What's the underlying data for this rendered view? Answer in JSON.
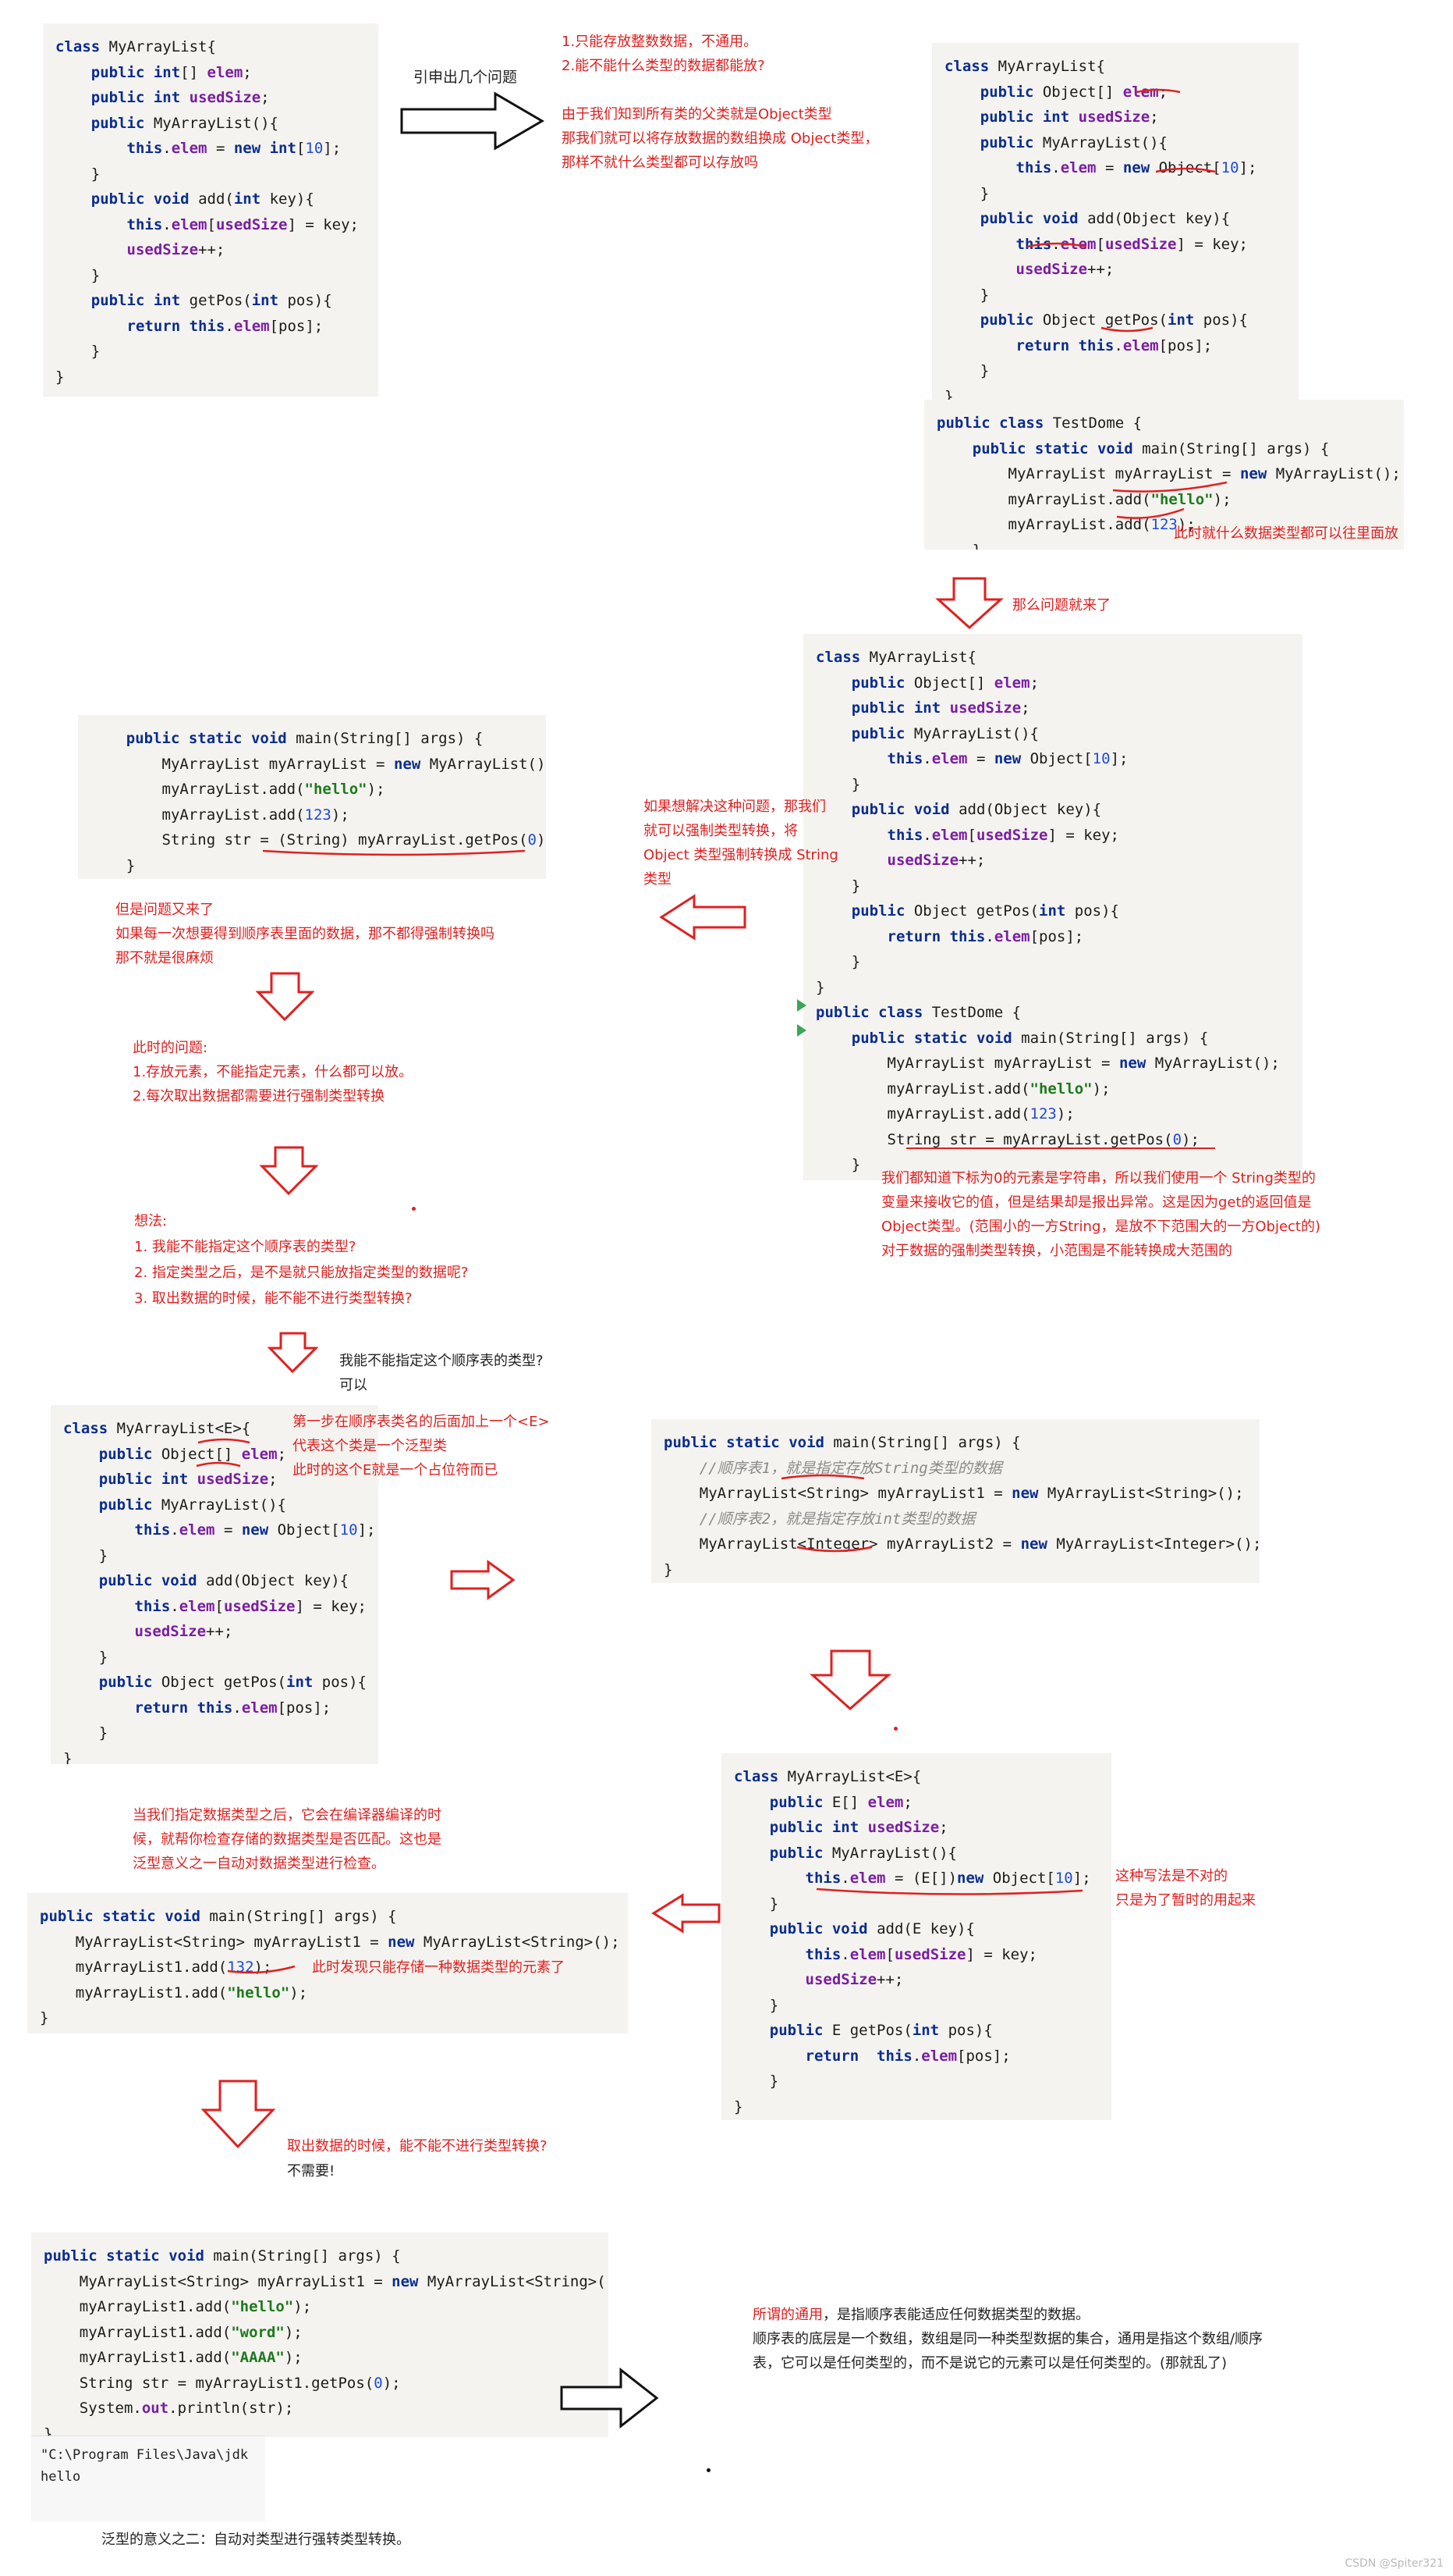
{
  "code1": [
    "class MyArrayList{",
    "    public int[] elem;",
    "    public int usedSize;",
    "    public MyArrayList(){",
    "        this.elem = new int[10];",
    "    }",
    "    public void add(int key){",
    "        this.elem[usedSize] = key;",
    "        usedSize++;",
    "    }",
    "    public int getPos(int pos){",
    "        return this.elem[pos];",
    "    }",
    "}"
  ],
  "arrow1_label": "引申出几个问题",
  "note_problems": [
    "1.只能存放整数数据，不通用。",
    "2.能不能什么类型的数据都能放?",
    "",
    "由于我们知到所有类的父类就是Object类型",
    "那我们就可以将存放数据的数组换成 Object类型，",
    "那样不就什么类型都可以存放吗"
  ],
  "code2": [
    "class MyArrayList{",
    "    public Object[] elem;",
    "    public int usedSize;",
    "    public MyArrayList(){",
    "        this.elem = new Object[10];",
    "    }",
    "    public void add(Object key){",
    "        this.elem[usedSize] = key;",
    "        usedSize++;",
    "    }",
    "    public Object getPos(int pos){",
    "        return this.elem[pos];",
    "    }",
    "}"
  ],
  "code3": [
    "public class TestDome {",
    "    public static void main(String[] args) {",
    "        MyArrayList myArrayList = new MyArrayList();",
    "        myArrayList.add(\"hello\");",
    "        myArrayList.add(123);",
    "    }"
  ],
  "note_any_type": "此时就什么数据类型都可以往里面放",
  "note_problem_comes": "那么问题就来了",
  "code4": [
    "class MyArrayList{",
    "    public Object[] elem;",
    "    public int usedSize;",
    "    public MyArrayList(){",
    "        this.elem = new Object[10];",
    "    }",
    "    public void add(Object key){",
    "        this.elem[usedSize] = key;",
    "        usedSize++;",
    "    }",
    "    public Object getPos(int pos){",
    "        return this.elem[pos];",
    "    }",
    "}",
    "public class TestDome {",
    "    public static void main(String[] args) {",
    "        MyArrayList myArrayList = new MyArrayList();",
    "        myArrayList.add(\"hello\");",
    "        myArrayList.add(123);",
    "        String str = myArrayList.getPos(0);",
    "    }"
  ],
  "note_exception": [
    "我们都知道下标为0的元素是字符串，所以我们使用一个 String类型的",
    "变量来接收它的值，但是结果却是报出异常。这是因为get的返回值是",
    "Object类型。(范围小的一方String，是放不下范围大的一方Object的)",
    "对于数据的强制类型转换，小范围是不能转换成大范围的"
  ],
  "note_cast": [
    "如果想解决这种问题，那我们",
    "就可以强制类型转换，将",
    "Object   类型强制转换成 String",
    "类型"
  ],
  "code5": [
    "    public static void main(String[] args) {",
    "        MyArrayList myArrayList = new MyArrayList();",
    "        myArrayList.add(\"hello\");",
    "        myArrayList.add(123);",
    "        String str = (String) myArrayList.getPos(0);",
    "    }"
  ],
  "note_trouble": [
    "但是问题又来了",
    "如果每一次想要得到顺序表里面的数据，那不都得强制转换吗",
    "那不就是很麻烦"
  ],
  "note_current_problems": [
    "此时的问题:",
    "1.存放元素，不能指定元素，什么都可以放。",
    "2.每次取出数据都需要进行强制类型转换"
  ],
  "note_ideas": [
    "想法:",
    "1.  我能不能指定这个顺序表的类型?",
    "2.  指定类型之后，是不是就只能放指定类型的数据呢?",
    "3.  取出数据的时候，能不能不进行类型转换?"
  ],
  "note_can_specify": [
    "我能不能指定这个顺序表的类型?",
    "可以"
  ],
  "code6": [
    "class MyArrayList<E>{",
    "    public Object[] elem;",
    "    public int usedSize;",
    "    public MyArrayList(){",
    "        this.elem = new Object[10];",
    "    }",
    "    public void add(Object key){",
    "        this.elem[usedSize] = key;",
    "        usedSize++;",
    "    }",
    "    public Object getPos(int pos){",
    "        return this.elem[pos];",
    "    }",
    "}"
  ],
  "note_step1": [
    "第一步在顺序表类名的后面加上一个<E>",
    "代表这个类是一个泛型类",
    "此时的这个E就是一个占位符而已"
  ],
  "code7": [
    "public static void main(String[] args) {",
    "    //顺序表1，就是指定存放String类型的数据",
    "    MyArrayList<String> myArrayList1 = new MyArrayList<String>();",
    "    //顺序表2，就是指定存放int类型的数据",
    "    MyArrayList<Integer> myArrayList2 = new MyArrayList<Integer>();",
    "}"
  ],
  "code8": [
    "class MyArrayList<E>{",
    "    public E[] elem;",
    "    public int usedSize;",
    "    public MyArrayList(){",
    "        this.elem = (E[])new Object[10];",
    "    }",
    "    public void add(E key){",
    "        this.elem[usedSize] = key;",
    "        usedSize++;",
    "    }",
    "    public E getPos(int pos){",
    "        return  this.elem[pos];",
    "    }",
    "}"
  ],
  "note_wrong_style": [
    "这种写法是不对的",
    "只是为了暂时的用起来"
  ],
  "note_check": [
    "当我们指定数据类型之后，它会在编译器编译的时",
    "候，就帮你检查存储的数据类型是否匹配。这也是",
    "泛型意义之一自动对数据类型进行检查。"
  ],
  "code9": [
    "public static void main(String[] args) {",
    "    MyArrayList<String> myArrayList1 = new MyArrayList<String>();",
    "    myArrayList1.add(132);",
    "    myArrayList1.add(\"hello\");",
    "}"
  ],
  "note_only_one": "此时发现只能存储一种数据类型的元素了",
  "note_no_cast_q": "取出数据的时候，能不能不进行类型转换?",
  "note_no_need": "不需要!",
  "code10": [
    "public static void main(String[] args) {",
    "    MyArrayList<String> myArrayList1 = new MyArrayList<String>();",
    "    myArrayList1.add(\"hello\");",
    "    myArrayList1.add(\"word\");",
    "    myArrayList1.add(\"AAAA\");",
    "    String str = myArrayList1.getPos(0);",
    "    System.out.println(str);",
    "}"
  ],
  "console": [
    "\"C:\\Program Files\\Java\\jdk",
    "hello"
  ],
  "note_generic_meaning": [
    "所谓的通用，是指顺序表能适应任何数据类型的数据。",
    "顺序表的底层是一个数组，数组是同一种类型数据的集合，通用是指这个数组/顺序",
    "表，它可以是任何类型的，而不是说它的元素可以是任何类型的。(那就乱了)"
  ],
  "note_generic_meaning_lead": "所谓的通用",
  "note_generic_meaning_rest": "，是指顺序表能适应任何数据类型的数据。",
  "note_meaning2": "泛型的意义之二：自动对类型进行强转类型转换。",
  "watermark": "CSDN @Spiter321",
  "colors": {
    "accent": "#e02020",
    "code_bg": "#f4f3ef",
    "keyword": "#0b2d8e"
  }
}
